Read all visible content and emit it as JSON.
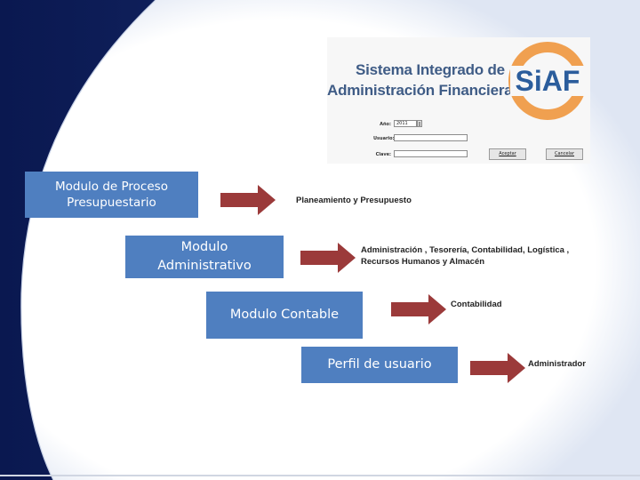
{
  "siaf": {
    "title_line1": "Sistema Integrado de",
    "title_line2": "Administración Financiera",
    "logo_text": "SiAF",
    "form": {
      "year_label": "Año:",
      "year_value": "2011",
      "user_label": "Usuario:",
      "key_label": "Clave:",
      "accept_button": "Aceptar",
      "cancel_button": "Cancelar"
    },
    "colors": {
      "title": "#3f5c86",
      "logo_orange": "#f0a050",
      "logo_blue": "#2b5d9c"
    }
  },
  "modules": [
    {
      "label": "Modulo de Proceso Presupuestario",
      "description": "Planeamiento y Presupuesto"
    },
    {
      "label": "Modulo Administrativo",
      "description": "Administración , Tesorería, Contabilidad, Logística , Recursos Humanos y Almacén"
    },
    {
      "label": "Modulo Contable",
      "description": "Contabilidad"
    },
    {
      "label": "Perfil de usuario",
      "description": "Administrador"
    }
  ],
  "colors": {
    "box": "#4f7fc0",
    "arrow": "#9b3a3a",
    "background_navy": "#0f1f5a"
  }
}
